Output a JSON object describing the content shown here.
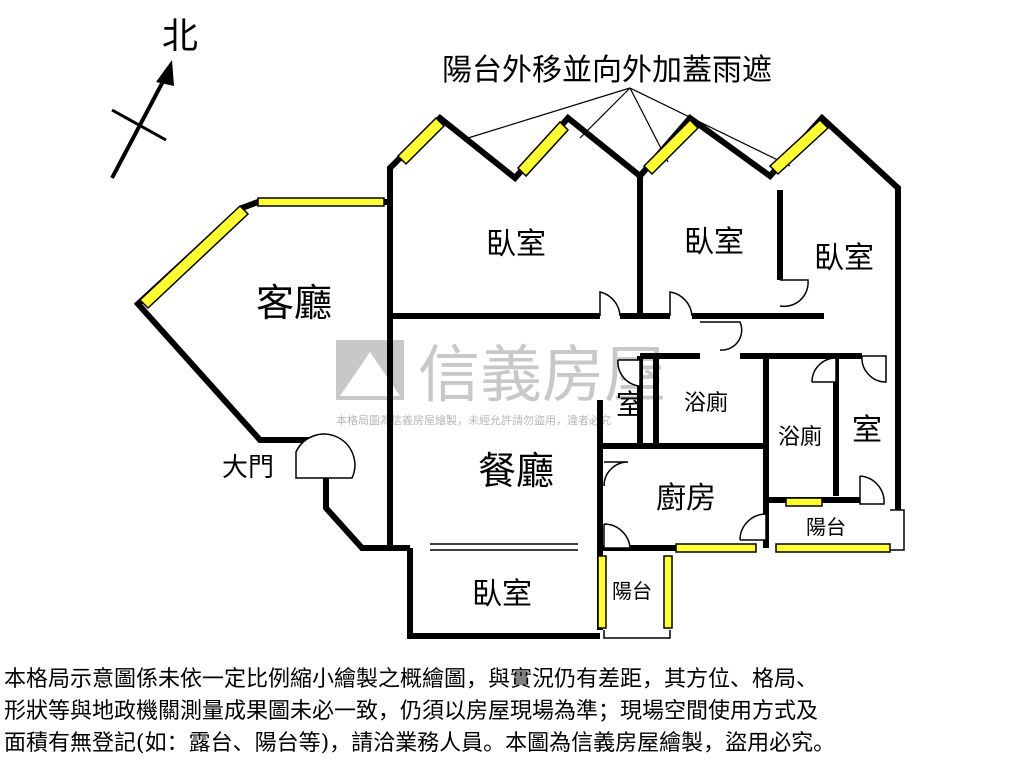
{
  "compass": {
    "label": "北"
  },
  "annotation": {
    "text": "陽台外移並向外加蓋雨遮"
  },
  "rooms": {
    "living_room": "客廳",
    "dining_room": "餐廳",
    "kitchen": "廚房",
    "bedroom_1": "臥室",
    "bedroom_2": "臥室",
    "bedroom_3": "臥室",
    "bedroom_4": "臥室",
    "bathroom_1": "浴廁",
    "bathroom_2": "浴廁",
    "small_room_1": "室",
    "small_room_2": "室",
    "balcony_1": "陽台",
    "balcony_2": "陽台",
    "main_door": "大門"
  },
  "watermark": {
    "brand": "信義房屋",
    "subtext": "本格局圖為信義房屋繪製，未經允許請勿盜用，違者必究"
  },
  "disclaimer": {
    "line1": "本格局示意圖係未依一定比例縮小繪製之概繪圖，與實況仍有差距，其方位、格局、",
    "line2": "形狀等與地政機關測量成果圖未必一致，仍須以房屋現場為準；現場空間使用方式及",
    "line3": "面積有無登記(如：露台、陽台等)，請洽業務人員。本圖為信義房屋繪製，盜用必究。"
  },
  "colors": {
    "window": "#ffff33",
    "wall": "#000000",
    "watermark": "#c8c8c8"
  }
}
